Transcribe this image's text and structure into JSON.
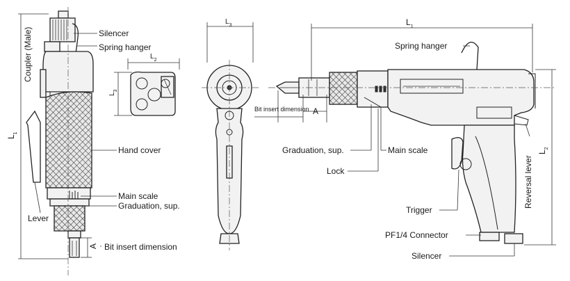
{
  "left_view": {
    "silencer": "Silencer",
    "spring_hanger": "Spring hanger",
    "coupler": "Coupler (Male)",
    "hand_cover": "Hand cover",
    "main_scale": "Main scale",
    "graduation": "Graduation, sup.",
    "lever": "Lever",
    "bit_insert": "Bit insert dimension",
    "dim_l1": "L",
    "dim_l1_sub": "1",
    "dim_l2": "L",
    "dim_l2_sub": "2",
    "dim_l3": "L",
    "dim_l3_sub": "3",
    "dim_a": "A"
  },
  "front_view": {
    "dim_l3": "L",
    "dim_l3_sub": "3"
  },
  "right_view": {
    "bit_insert": "Bit insert dimension",
    "dim_a": "A",
    "dim_l1": "L",
    "dim_l1_sub": "1",
    "dim_l2": "L",
    "dim_l2_sub": "2",
    "spring_hanger": "Spring hanger",
    "graduation": "Graduation, sup.",
    "main_scale": "Main scale",
    "lock": "Lock",
    "reversal_lever": "Reversal lever",
    "trigger": "Trigger",
    "connector": "PF1/4 Connector",
    "silencer": "Silencer"
  }
}
